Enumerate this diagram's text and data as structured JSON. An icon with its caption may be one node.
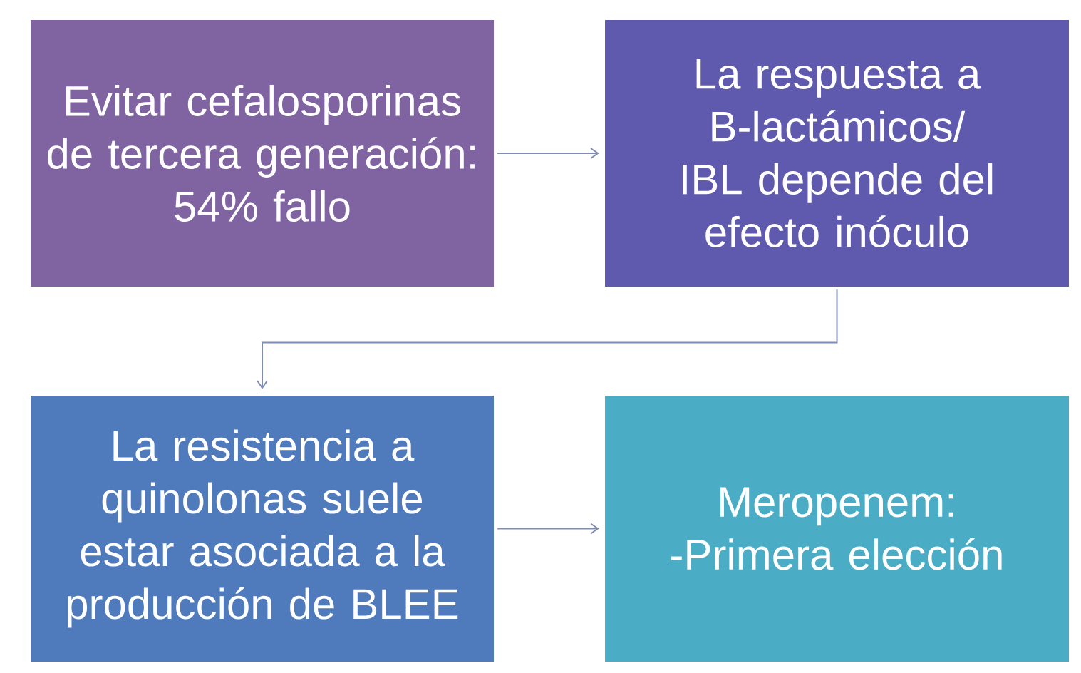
{
  "diagram": {
    "nodes": [
      {
        "text": [
          "Evitar cefalosporinas de tercera generación:",
          "54% fallo"
        ]
      },
      {
        "text": [
          "La respuesta a B-lactámicos/ IBL depende del efecto inóculo"
        ]
      },
      {
        "text": [
          "La resistencia a quinolonas suele estar asociada a la producción de BLEE"
        ]
      },
      {
        "text": [
          "Meropenem:",
          "-Primera elección"
        ]
      }
    ],
    "edges": [
      {
        "from": 0,
        "to": 1,
        "arrow": "to"
      },
      {
        "from": 1,
        "to": 2,
        "arrow": "to"
      },
      {
        "from": 2,
        "to": 3,
        "arrow": "to"
      }
    ]
  }
}
